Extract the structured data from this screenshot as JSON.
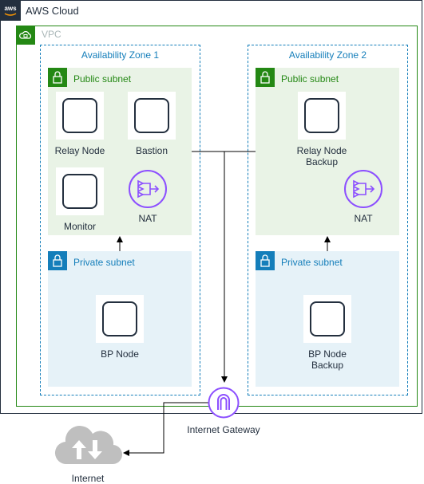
{
  "aws_cloud": {
    "title": "AWS Cloud"
  },
  "vpc": {
    "title": "VPC"
  },
  "zones": [
    {
      "title": "Availability Zone 1",
      "public_subnet": {
        "title": "Public subnet",
        "relay": "Relay Node",
        "bastion": "Bastion",
        "monitor": "Monitor",
        "nat": "NAT"
      },
      "private_subnet": {
        "title": "Private subnet",
        "bp_node": "BP Node"
      }
    },
    {
      "title": "Availability Zone 2",
      "public_subnet": {
        "title": "Public subnet",
        "relay_line1": "Relay Node",
        "relay_line2": "Backup",
        "nat": "NAT"
      },
      "private_subnet": {
        "title": "Private subnet",
        "bp_line1": "BP Node",
        "bp_line2": "Backup"
      }
    }
  ],
  "gateway": {
    "label": "Internet Gateway"
  },
  "internet": {
    "label": "Internet"
  },
  "colors": {
    "aws_dark": "#232f3e",
    "vpc_green": "#248814",
    "az_blue": "#147eba",
    "public_fill": "#e9f3e6",
    "private_fill": "#e6f2f8",
    "gateway_purple": "#8c4fff",
    "cloud_gray": "#bfbfbf"
  }
}
